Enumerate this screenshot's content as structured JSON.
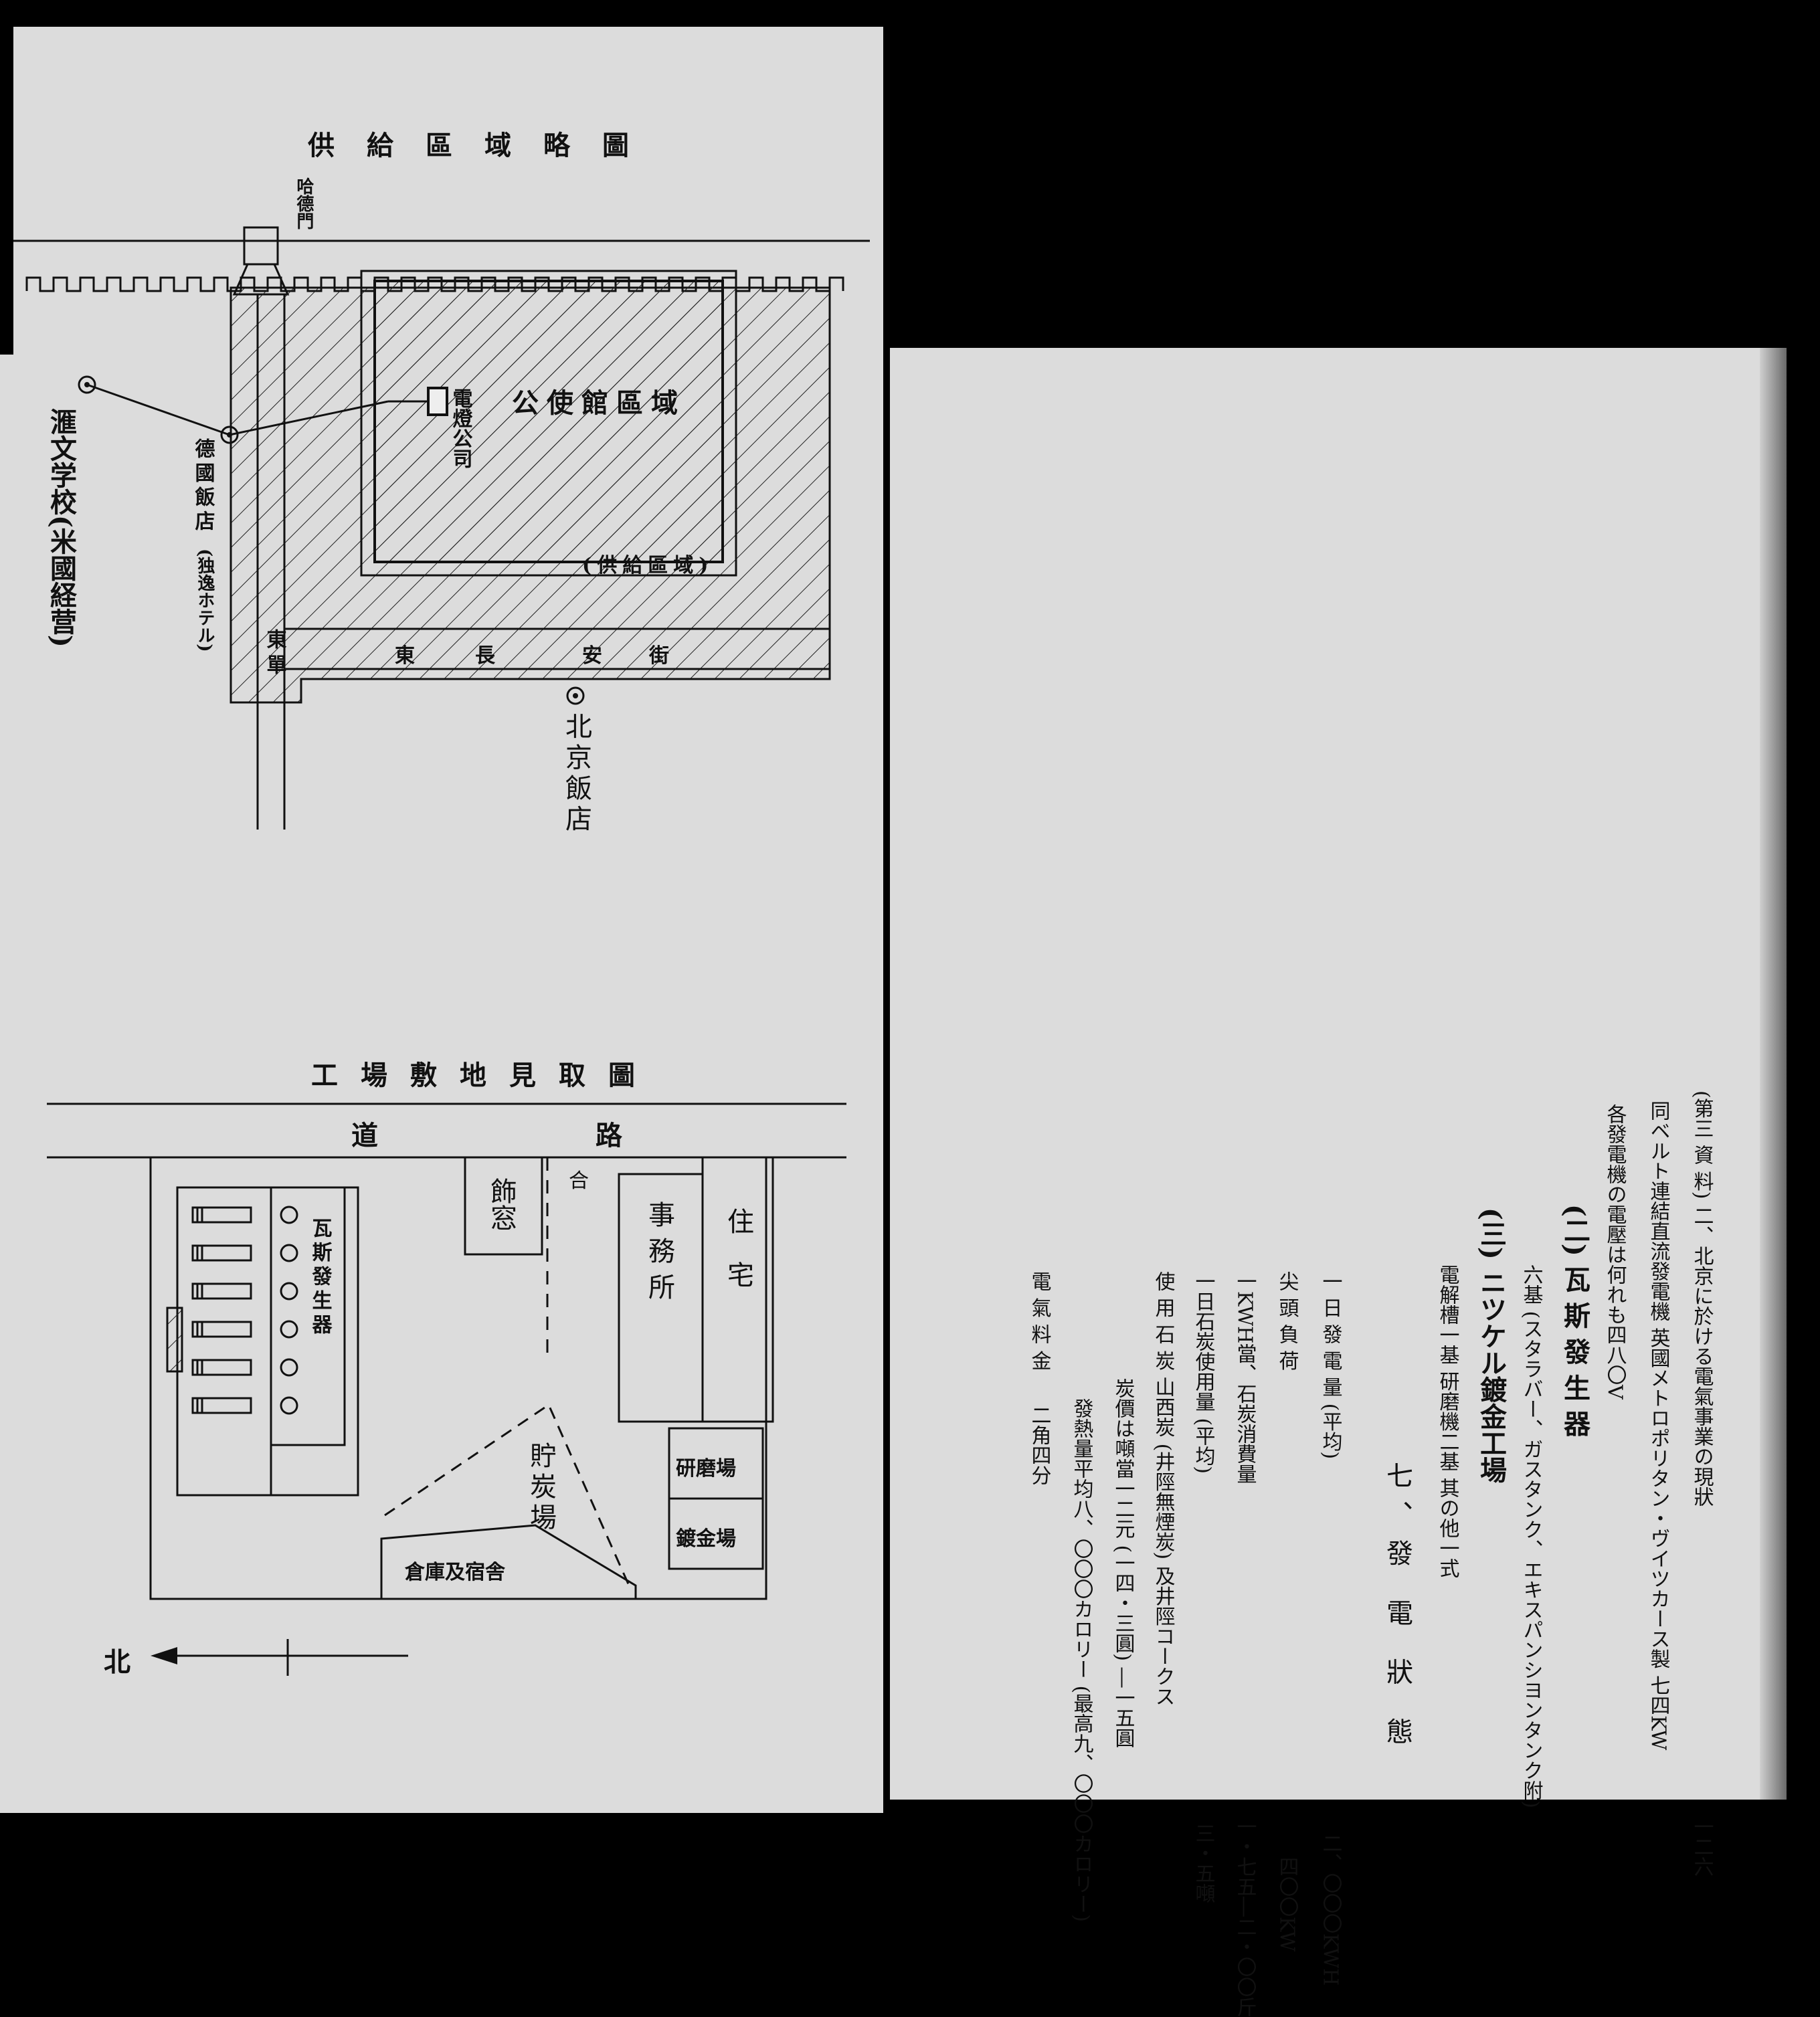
{
  "left": {
    "map1": {
      "title": "供給區域略圖",
      "gate": "哈德門",
      "company": "電燈公司",
      "legation": "公使館區域",
      "supply": "(供給區域)",
      "school": "滙文学校(米國経营)",
      "hotel_de": "德國飯店",
      "hotel_de_note": "(独逸ホテル)",
      "street_east": "東單",
      "street_main": [
        "東",
        "長",
        "安",
        "街"
      ],
      "hotel_bj": "北京飯店"
    },
    "map2": {
      "title": "工場敷地見取圖",
      "road": [
        "道",
        "路"
      ],
      "decor": "飾窓",
      "joint": "合",
      "office": "事務所",
      "house": "住宅",
      "gas_gen": "瓦斯發生器",
      "coal_yard": "貯炭場",
      "grind": "研磨場",
      "plating": "鍍金場",
      "warehouse": "倉庫及宿舎",
      "north": "北"
    }
  },
  "right": {
    "header": "(第三 資 料) 二、北京に於ける電氣事業の現狀",
    "lines": [
      "同ベルト連結直流發電機 英國メトロポリタン・ヴイツカース製 七四KW",
      "各發電機の電壓は何れも四八〇V"
    ],
    "sec2_title": "(二) 瓦 斯 發 生 器",
    "sec2_body": "六基 (スタラバー、ガスタンク、エキスパンシヨンタンク附)",
    "sec3_title": "(三) ニツケル鍍金工場",
    "sec3_body": "電解槽一基 研磨機二基 其の他一式",
    "sec7_title": "七、發 電 狀 態",
    "rows": [
      {
        "label": "一 日 發 電 量 (平均)",
        "value": "二、〇〇〇KWH"
      },
      {
        "label": "尖 頭 負 荷",
        "value": "四〇〇KW"
      },
      {
        "label": "一KWH當、石炭消費量",
        "value": "一・七五―二・〇〇斤"
      },
      {
        "label": "一日石炭使用量 (平均)",
        "value": "三・五噸"
      },
      {
        "label": "使 用 石 炭 山西炭 (井陘無煙炭) 及井陘コークス",
        "value": ""
      }
    ],
    "coal_price": "炭價は噸當一二元 (一四・三圓) ―一五圓",
    "calorie": "發熱量平均八、〇〇〇カロリー (最高九、〇〇〇カロリー)",
    "fee_label": "電 氣 料 金",
    "fee_value": "二角四分",
    "page_number": "一二六"
  }
}
